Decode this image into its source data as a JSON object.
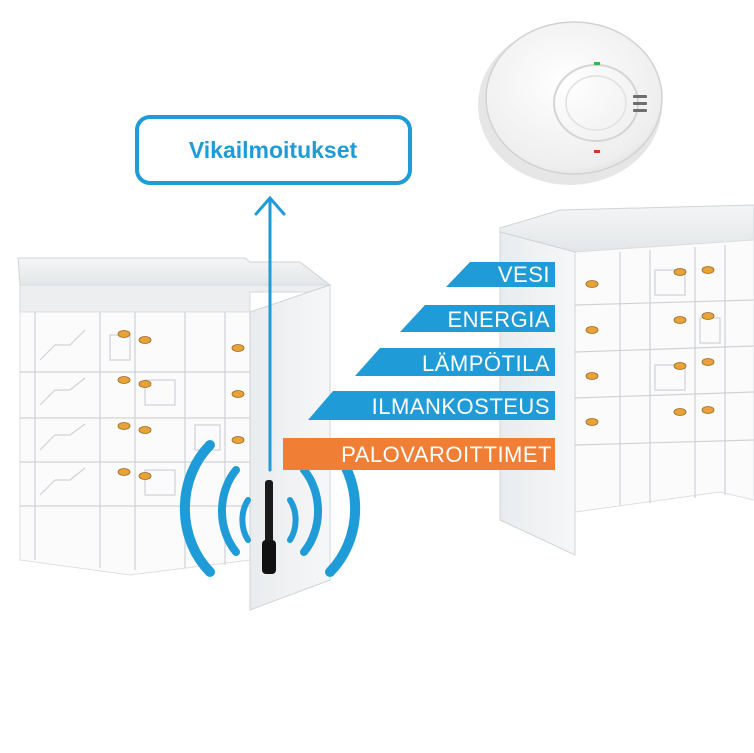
{
  "title_box": {
    "label": "Vikailmoitukset"
  },
  "categories": [
    {
      "label": "VESI",
      "color": "#1f9bd7"
    },
    {
      "label": "ENERGIA",
      "color": "#1f9bd7"
    },
    {
      "label": "LÄMPÖTILA",
      "color": "#1f9bd7"
    },
    {
      "label": "ILMANKOSTEUS",
      "color": "#1f9bd7"
    },
    {
      "label": "PALOVAROITTIMET",
      "color": "#f07f35"
    }
  ],
  "colors": {
    "accent": "#1f9bd7",
    "fire": "#f07f35",
    "sensor_dot": "#e8a23a"
  },
  "icons": [
    "smoke-detector-icon",
    "antenna-icon",
    "signal-waves-icon",
    "arrow-up-icon"
  ]
}
